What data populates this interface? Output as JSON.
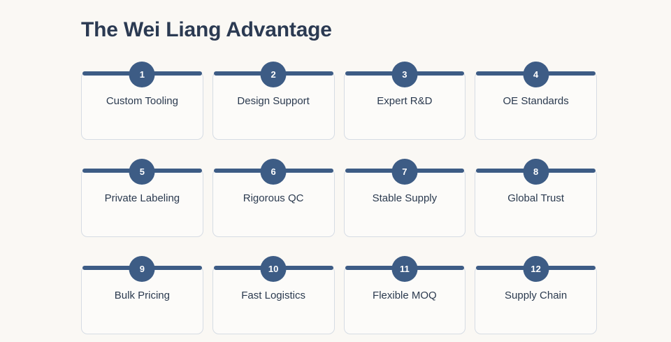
{
  "header": {
    "title": "The Wei Liang Advantage"
  },
  "theme": {
    "page_background": "#faf8f4",
    "accent": "#3d5c85",
    "card_background": "#fcfbf9",
    "card_border": "#d6dce4",
    "title_color": "#2b3a52",
    "label_color": "#2b3a4f",
    "badge_text_color": "#ffffff"
  },
  "grid": {
    "columns": 4,
    "rows": 3,
    "cards": [
      {
        "number": "1",
        "label": "Custom Tooling"
      },
      {
        "number": "2",
        "label": "Design Support"
      },
      {
        "number": "3",
        "label": "Expert R&D"
      },
      {
        "number": "4",
        "label": "OE Standards"
      },
      {
        "number": "5",
        "label": "Private Labeling"
      },
      {
        "number": "6",
        "label": "Rigorous QC"
      },
      {
        "number": "7",
        "label": "Stable Supply"
      },
      {
        "number": "8",
        "label": "Global Trust"
      },
      {
        "number": "9",
        "label": "Bulk Pricing"
      },
      {
        "number": "10",
        "label": "Fast Logistics"
      },
      {
        "number": "11",
        "label": "Flexible MOQ"
      },
      {
        "number": "12",
        "label": "Supply Chain"
      }
    ]
  }
}
